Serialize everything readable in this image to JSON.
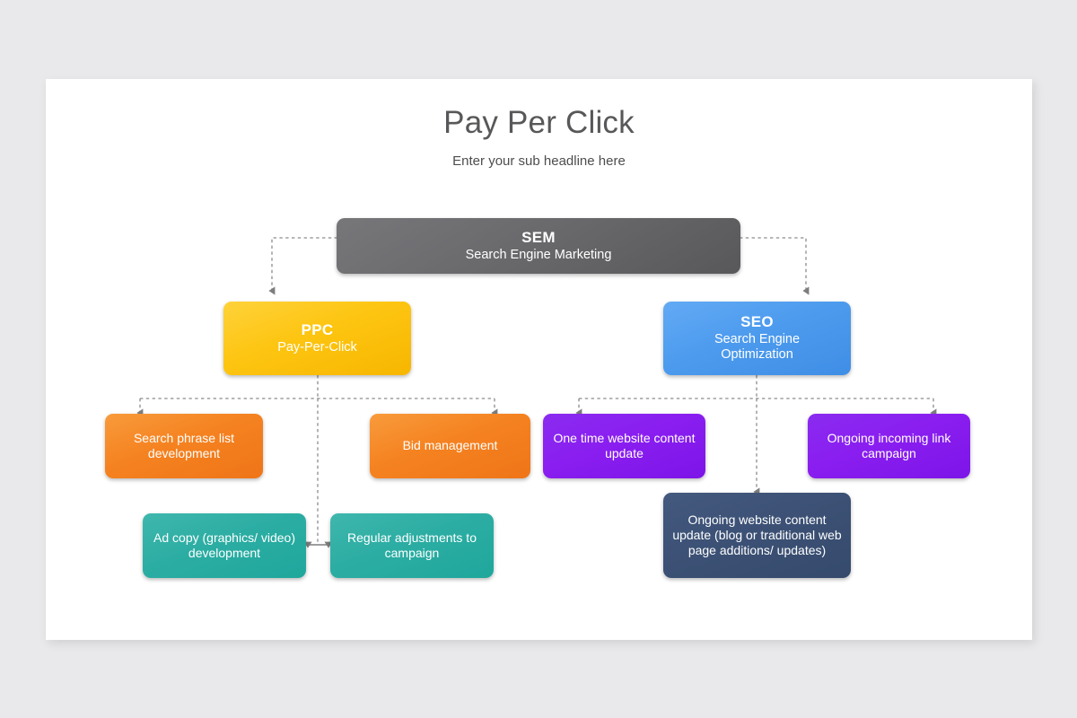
{
  "slide": {
    "title": "Pay Per Click",
    "subtitle": "Enter your sub headline here"
  },
  "palette": {
    "canvas_background": "#e9e9eb",
    "slide_background": "#ffffff",
    "title_color": "#58585a",
    "connector_color": "#808080",
    "sem": "#6d6d70",
    "ppc": "#fdc511",
    "seo": "#4d9bee",
    "orange": "#f58220",
    "purple": "#8a1ef0",
    "teal": "#2cada3",
    "navy": "#3c5175"
  },
  "diagram": {
    "root": {
      "title": "SEM",
      "subtitle": "Search Engine Marketing"
    },
    "branches": [
      {
        "title": "PPC",
        "subtitle": "Pay-Per-Click"
      },
      {
        "title": "SEO",
        "subtitle": "Search Engine",
        "subtitle2": "Optimization"
      }
    ],
    "ppc_children": [
      {
        "label": "Search phrase list development"
      },
      {
        "label": "Bid management"
      }
    ],
    "ppc_leaves": [
      {
        "label": "Ad copy (graphics/ video) development"
      },
      {
        "label": "Regular adjustments to campaign"
      }
    ],
    "seo_children": [
      {
        "label": "One time website content update"
      },
      {
        "label": "Ongoing incoming link campaign"
      }
    ],
    "seo_leaf": {
      "label": "Ongoing website content update (blog or traditional web page additions/ updates)"
    }
  }
}
